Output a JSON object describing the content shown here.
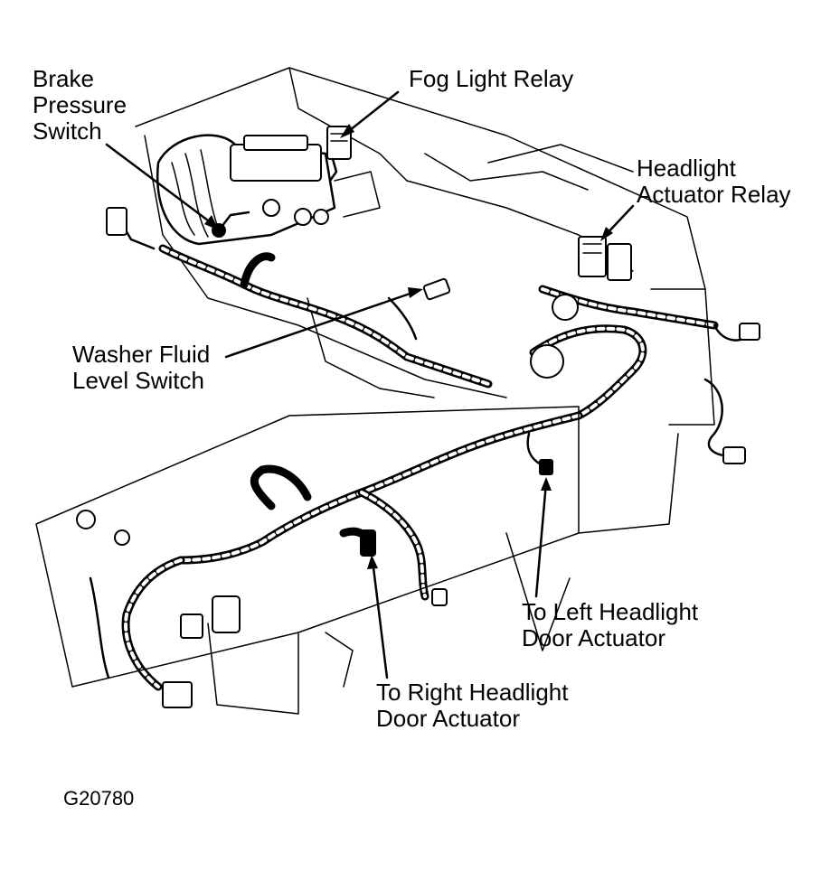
{
  "figure_id": "G20780",
  "callouts": {
    "brake_pressure_switch": "Brake\nPressure\nSwitch",
    "fog_light_relay": "Fog Light Relay",
    "headlight_actuator_relay": "Headlight\nActuator Relay",
    "washer_fluid_level_switch": "Washer Fluid\nLevel Switch",
    "left_headlight_door_actuator": "To Left Headlight\nDoor Actuator",
    "right_headlight_door_actuator": "To Right Headlight\nDoor Actuator"
  },
  "colors": {
    "ink": "#000000",
    "paper": "#ffffff"
  }
}
